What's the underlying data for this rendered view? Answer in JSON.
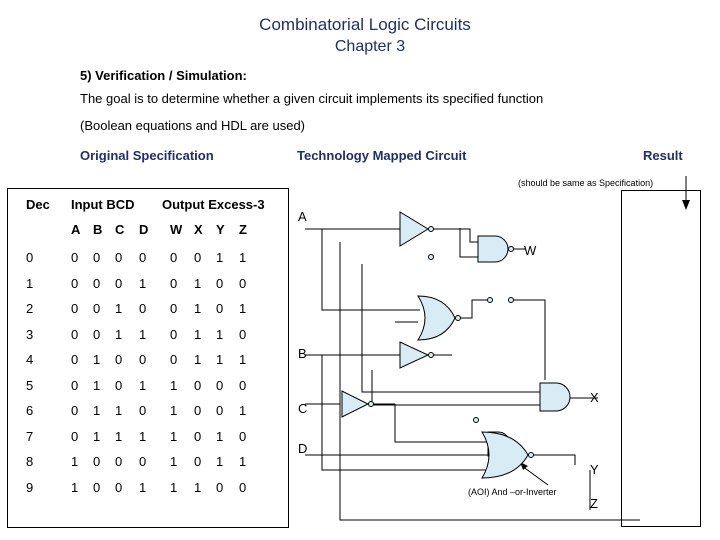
{
  "header": {
    "title": "Combinatorial Logic Circuits",
    "subtitle": "Chapter 3"
  },
  "section": {
    "heading": "5) Verification / Simulation:",
    "line1": "The goal is to determine whether a given circuit implements its specified function",
    "line2": "(Boolean equations and HDL are used)"
  },
  "columns": {
    "original": "Original Specification",
    "mapped": "Technology Mapped Circuit",
    "result": "Result",
    "result_note": "(should be same as Specification)"
  },
  "truth_table": {
    "dec_header": "Dec",
    "input_header": "Input BCD",
    "output_header": "Output Excess-3",
    "input_vars": [
      "A",
      "B",
      "C",
      "D"
    ],
    "output_vars": [
      "W",
      "X",
      "Y",
      "Z"
    ],
    "rows": [
      {
        "dec": "0",
        "in": [
          "0",
          "0",
          "0",
          "0"
        ],
        "out": [
          "0",
          "0",
          "1",
          "1"
        ]
      },
      {
        "dec": "1",
        "in": [
          "0",
          "0",
          "0",
          "1"
        ],
        "out": [
          "0",
          "1",
          "0",
          "0"
        ]
      },
      {
        "dec": "2",
        "in": [
          "0",
          "0",
          "1",
          "0"
        ],
        "out": [
          "0",
          "1",
          "0",
          "1"
        ]
      },
      {
        "dec": "3",
        "in": [
          "0",
          "0",
          "1",
          "1"
        ],
        "out": [
          "0",
          "1",
          "1",
          "0"
        ]
      },
      {
        "dec": "4",
        "in": [
          "0",
          "1",
          "0",
          "0"
        ],
        "out": [
          "0",
          "1",
          "1",
          "1"
        ]
      },
      {
        "dec": "5",
        "in": [
          "0",
          "1",
          "0",
          "1"
        ],
        "out": [
          "1",
          "0",
          "0",
          "0"
        ]
      },
      {
        "dec": "6",
        "in": [
          "0",
          "1",
          "1",
          "0"
        ],
        "out": [
          "1",
          "0",
          "0",
          "1"
        ]
      },
      {
        "dec": "7",
        "in": [
          "0",
          "1",
          "1",
          "1"
        ],
        "out": [
          "1",
          "0",
          "1",
          "0"
        ]
      },
      {
        "dec": "8",
        "in": [
          "1",
          "0",
          "0",
          "0"
        ],
        "out": [
          "1",
          "0",
          "1",
          "1"
        ]
      },
      {
        "dec": "9",
        "in": [
          "1",
          "0",
          "0",
          "1"
        ],
        "out": [
          "1",
          "1",
          "0",
          "0"
        ]
      }
    ]
  },
  "circuit": {
    "inputs": [
      "A",
      "B",
      "C",
      "D"
    ],
    "outputs": [
      "W",
      "X",
      "Y",
      "Z"
    ],
    "aoi_label": "(AOI) And –or-Inverter",
    "gate_fill": "#d7ecf5"
  }
}
